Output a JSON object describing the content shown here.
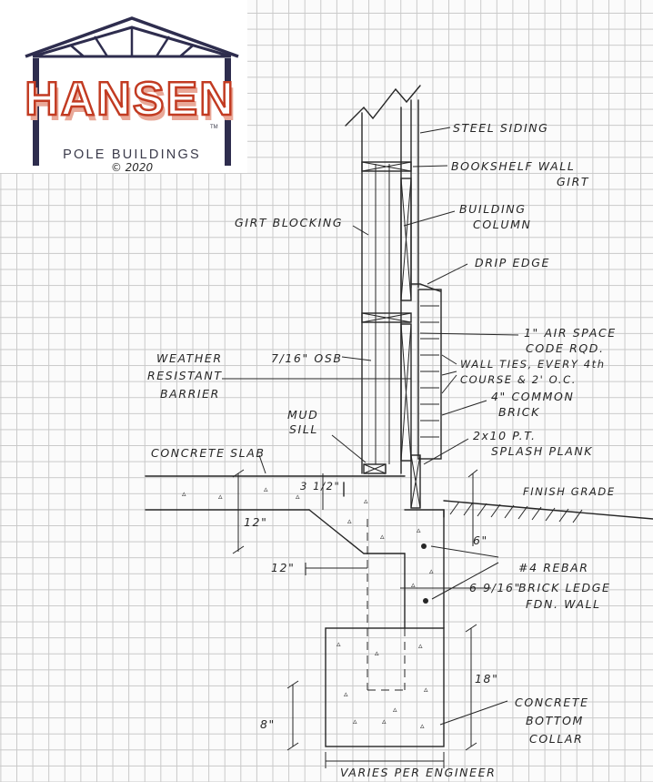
{
  "logo": {
    "brand": "HANSEN",
    "trademark": "TM",
    "tagline": "POLE BUILDINGS",
    "copyright": "© 2020",
    "colors": {
      "frame": "#2e2d4e",
      "brand_red": "#c23b22",
      "brand_shadow": "#e9a898",
      "text": "#3a3a4a"
    }
  },
  "labels": {
    "steel_siding": "STEEL SIDING",
    "bookshelf_girt_1": "BOOKSHELF WALL",
    "bookshelf_girt_2": "GIRT",
    "building_column_1": "BUILDING",
    "building_column_2": "COLUMN",
    "girt_blocking": "GIRT BLOCKING",
    "drip_edge": "DRIP EDGE",
    "air_space_1": "1\" AIR SPACE",
    "air_space_2": "CODE RQD.",
    "osb": "7/16\" OSB",
    "wrb_1": "WEATHER",
    "wrb_2": "RESISTANT",
    "wrb_3": "BARRIER",
    "wall_ties_1": "WALL TIES, EVERY 4th",
    "wall_ties_2": "COURSE & 2' O.C.",
    "common_brick_1": "4\" COMMON",
    "common_brick_2": "BRICK",
    "mud_sill_1": "MUD",
    "mud_sill_2": "SILL",
    "splash_plank_1": "2x10 P.T.",
    "splash_plank_2": "SPLASH PLANK",
    "concrete_slab": "CONCRETE SLAB",
    "finish_grade": "FINISH GRADE",
    "rebar": "#4 REBAR",
    "brick_ledge_1": "BRICK LEDGE",
    "brick_ledge_2": "FDN. WALL",
    "bottom_collar_1": "CONCRETE",
    "bottom_collar_2": "BOTTOM",
    "bottom_collar_3": "COLLAR",
    "varies": "VARIES PER ENGINEER"
  },
  "dimensions": {
    "slab_step": "3 1/2\"",
    "slab_depth": "12\"",
    "slab_width": "12\"",
    "ledge_height": "6\"",
    "ledge_width": "6 9/16\"",
    "collar_height": "18\"",
    "collar_side": "8\""
  }
}
